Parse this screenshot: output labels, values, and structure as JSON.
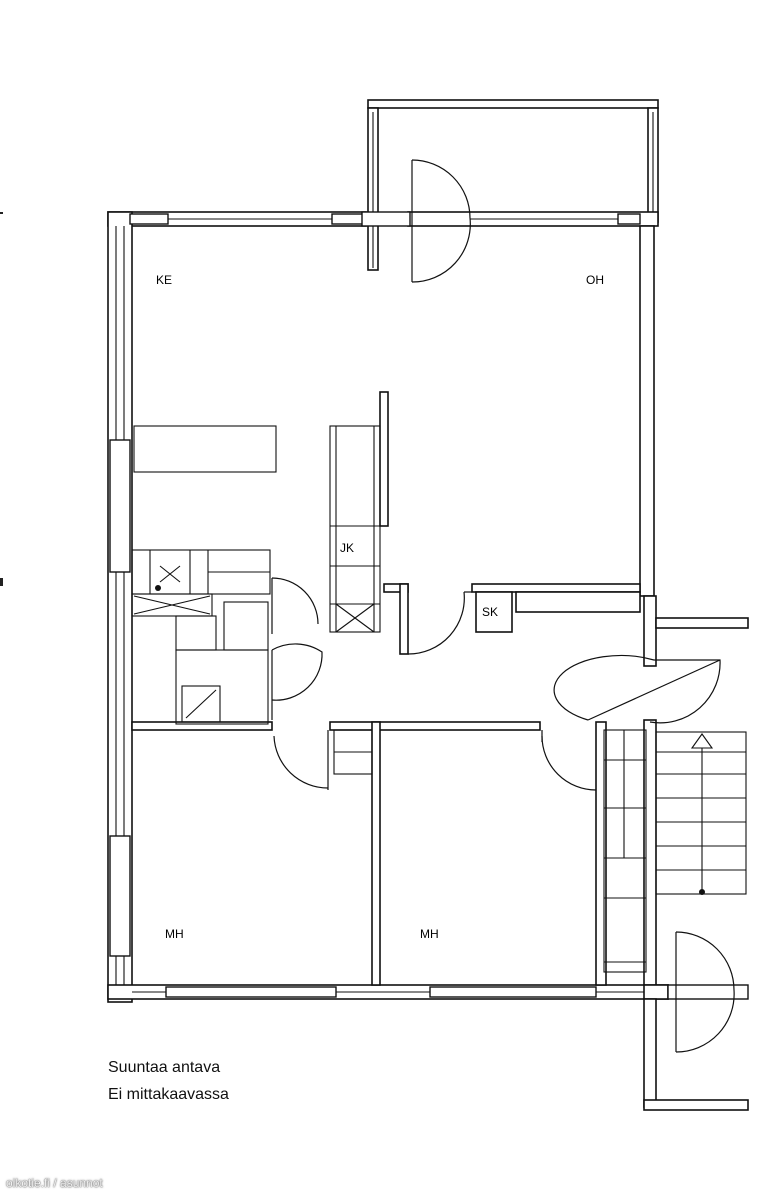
{
  "rooms": {
    "ke": "KE",
    "oh": "OH",
    "jk": "JK",
    "sk": "SK",
    "mh_left": "MH",
    "mh_right": "MH"
  },
  "notes": {
    "line1": "Suuntaa antava",
    "line2": "Ei mittakaavassa"
  },
  "watermark": "oikotie.fi / asunnot"
}
